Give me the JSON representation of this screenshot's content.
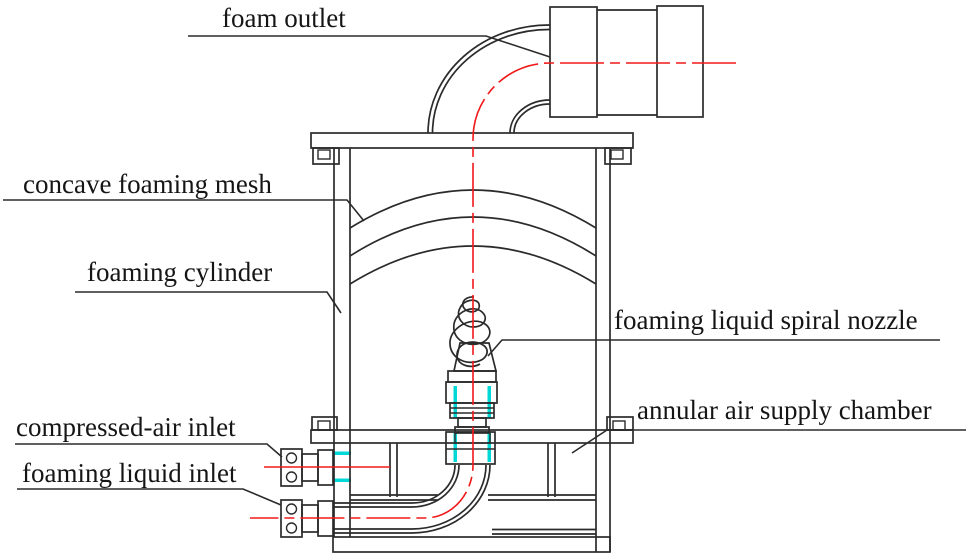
{
  "diagram": {
    "kind": "technical-schematic",
    "labels": {
      "foam_outlet": "foam outlet",
      "concave_foaming_mesh": "concave foaming mesh",
      "foaming_cylinder": "foaming cylinder",
      "foaming_liquid_spiral_nozzle": "foaming liquid spiral nozzle",
      "annular_air_supply_chamber": "annular air supply chamber",
      "compressed_air_inlet": "compressed-air inlet",
      "foaming_liquid_inlet": "foaming liquid inlet"
    },
    "colors": {
      "background": "#ffffff",
      "line": "#2b2b2b",
      "centerline_red": "#f21818",
      "seal_cyan": "#00d8d8"
    }
  }
}
